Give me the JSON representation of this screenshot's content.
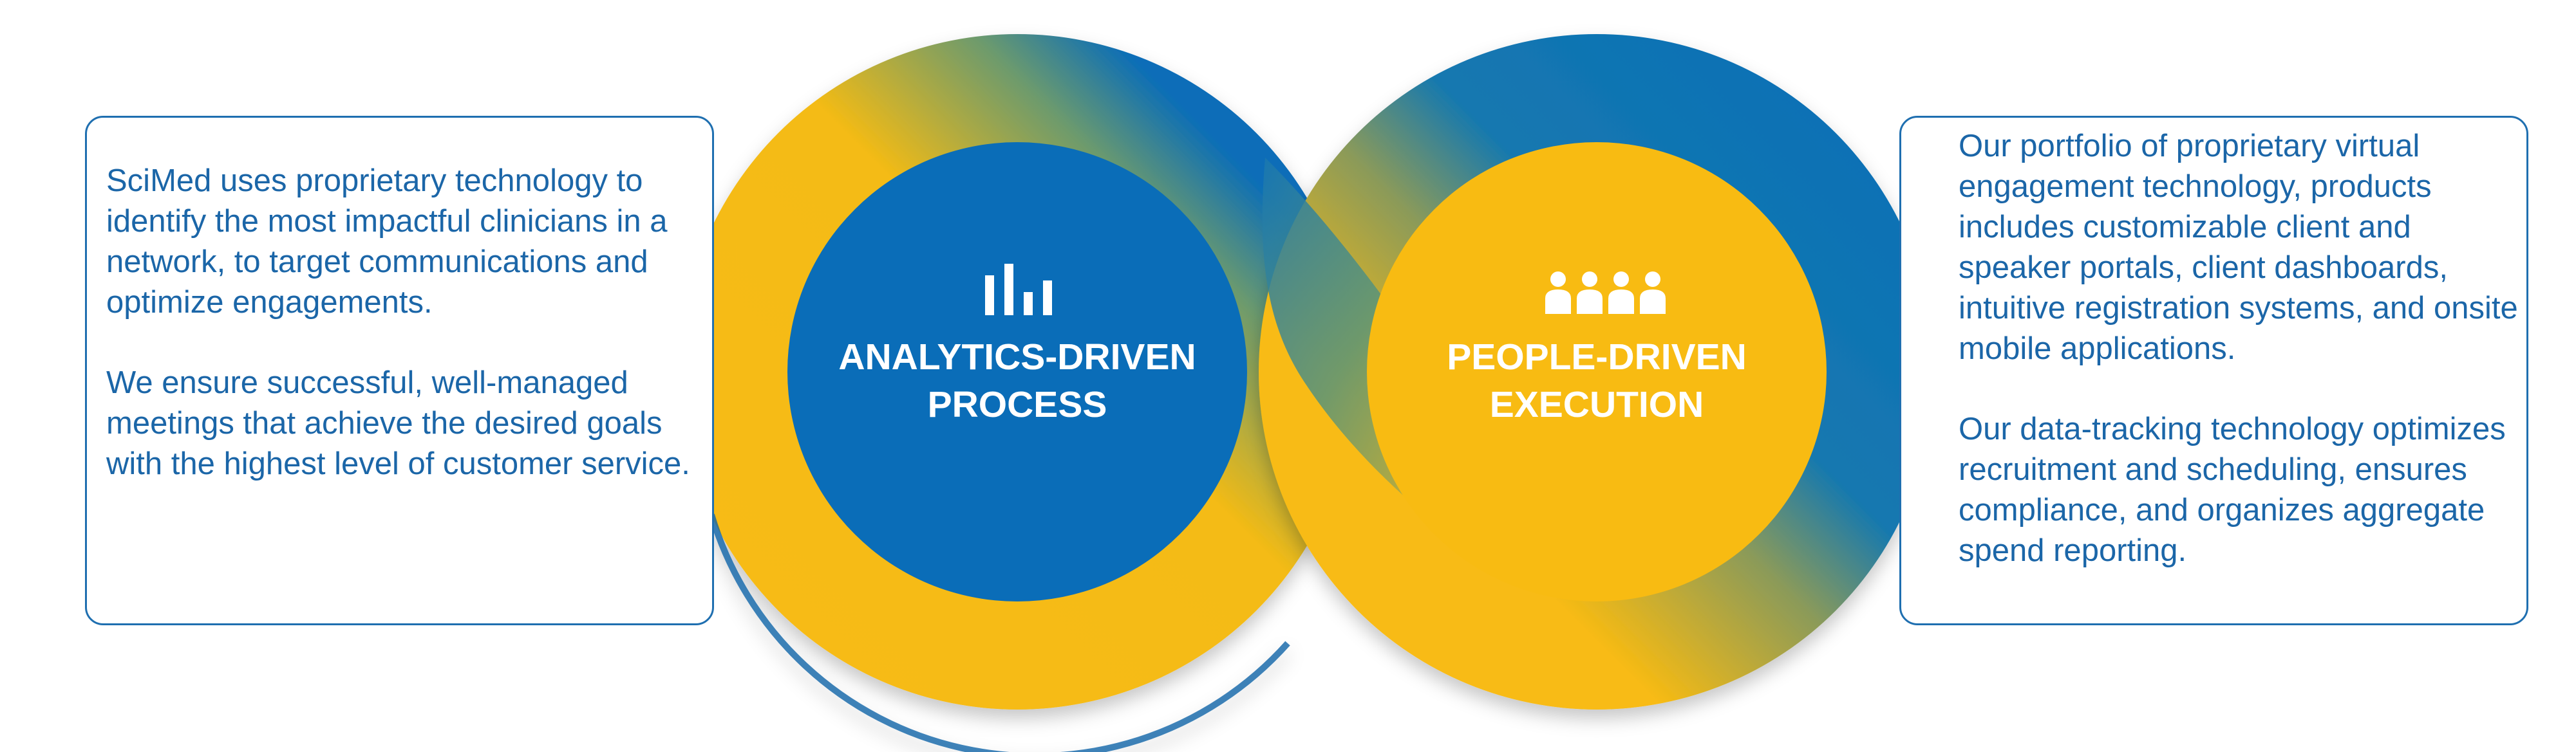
{
  "left_panel": {
    "paragraphs": [
      "SciMed uses proprietary technology to identify the most impactful clinicians in a network, to target communications and optimize engagements.",
      "We ensure successful, well-managed meetings that achieve the desired goals with the highest level of customer service."
    ]
  },
  "right_panel": {
    "paragraphs": [
      "Our portfolio of proprietary virtual engagement technology, products includes customizable client and speaker portals, client dashboards, intuitive registration systems, and onsite mobile applications.",
      "Our data-tracking technology optimizes recruitment and scheduling, ensures compliance, and organizes aggregate spend reporting."
    ]
  },
  "left_circle": {
    "title_line1": "ANALYTICS-DRIVEN",
    "title_line2": "PROCESS",
    "icon": "bar-chart-icon"
  },
  "right_circle": {
    "title_line1": "PEOPLE-DRIVEN",
    "title_line2": "EXECUTION",
    "icon": "people-group-icon"
  },
  "colors": {
    "blue": "#0a6db8",
    "yellow": "#f8bb12",
    "text_blue": "#1b66a8",
    "border_blue": "#1f6fb0",
    "white": "#ffffff"
  }
}
